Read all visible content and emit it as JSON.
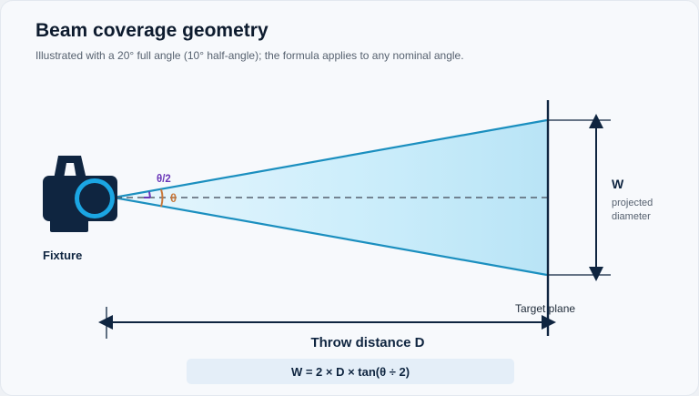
{
  "header": {
    "title": "Beam coverage geometry",
    "subtitle": "Illustrated with a 20° full angle (10° half-angle); the formula applies to any nominal angle."
  },
  "labels": {
    "fixture": "Fixture",
    "half_angle": "θ/2",
    "theta": "θ",
    "width_letter": "W",
    "projected_line1": "projected",
    "projected_line2": "diameter",
    "target_plane": "Target plane",
    "throw_distance": "Throw distance D",
    "formula": "W = 2 × D × tan(θ ÷ 2)"
  },
  "colors": {
    "dark": "#0f2540",
    "beam_edge": "#1b8fbf",
    "beam_fill": "#c6e9f8",
    "accent_purple": "#6a36b8",
    "accent_orange": "#c9783a",
    "formula_bg": "#e4eef8"
  },
  "icons": {
    "fixture": "spotlight-fixture-icon"
  }
}
